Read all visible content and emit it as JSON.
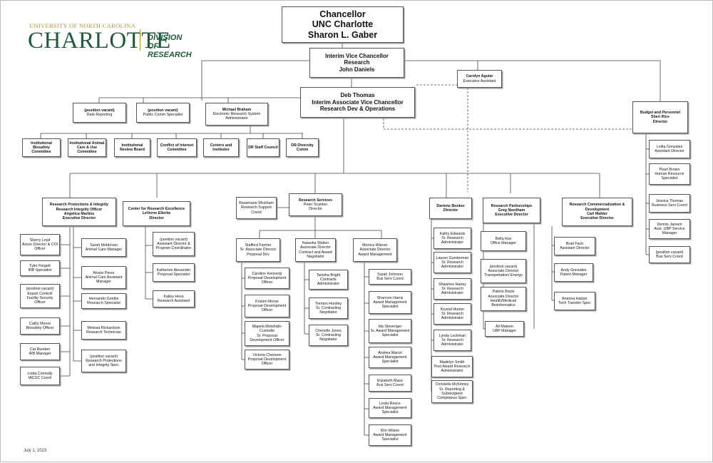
{
  "logo": {
    "university": "UNIVERSITY OF NORTH CAROLINA",
    "name": "CHARLOTTE",
    "division": "DIVISION OF RESEARCH"
  },
  "date": "July 1, 2023",
  "chancellor": {
    "title": "Chancellor",
    "org": "UNC Charlotte",
    "name": "Sharon L. Gaber"
  },
  "ivc": {
    "title": "Interim Vice Chancellor",
    "dept": "Research",
    "name": "John Daniels"
  },
  "exec_assistant": {
    "name": "Carolyn Aguiar",
    "title": "Executive Assistant"
  },
  "avc": {
    "name": "Deb Thomas",
    "title": "Interim Associate Vice Chancellor",
    "dept": "Research Dev & Operations"
  },
  "top_staff": [
    {
      "l1": "(position vacant)",
      "l2": "Data Reporting"
    },
    {
      "l1": "(position vacant)",
      "l2": "Public Comm Specialist"
    },
    {
      "l1": "Michael Braham",
      "l2": "Electronic Research System Administrator"
    }
  ],
  "committees": [
    "Institutional Biosafety Committee",
    "Institutional Animal Care & Use Committee",
    "Institutional Review Board",
    "Conflict of Interest Committee",
    "Centers and Institutes",
    "DR Staff Council",
    "DR Diversity Comm"
  ],
  "budget": {
    "head": {
      "l1": "Budget and Personnel",
      "l2": "Sheri Rice",
      "l3": "Director"
    },
    "staff": [
      {
        "l1": "Lolita Gonzales",
        "l2": "Assistant Director"
      },
      {
        "l1": "Pearl Brown",
        "l2": "Human Resource Specialist"
      },
      {
        "l1": "Jessica Thomas",
        "l2": "Business Serv Coord"
      },
      {
        "l1": "Dennis Jansen",
        "l2": "Asst. UBP Service Manager"
      },
      {
        "l1": "(position vacant)",
        "l2": "Bus Serv Coord"
      }
    ]
  },
  "rpi": {
    "head": {
      "l1": "Research Protections & Integrity",
      "l2": "Research Integrity Officer",
      "l3": "Angelica Martins",
      "l4": "Executive Director"
    },
    "left": [
      {
        "l1": "Sherry Loyd",
        "l2": "Assoc Director & COI Officer"
      },
      {
        "l1": "Tyler Forgett",
        "l2": "IRB Specialist"
      },
      {
        "l1": "(position vacant)",
        "l2": "Export Control/ Facility Security Officer"
      },
      {
        "l1": "Cathy Moore",
        "l2": "Biosafety Officer"
      },
      {
        "l1": "Cat Runden",
        "l2": "IRB Manager"
      },
      {
        "l1": "Linda Connolly",
        "l2": "IACUC Coord"
      }
    ],
    "right": [
      {
        "l1": "Sarah Moldovan",
        "l2": "Animal Care Manager"
      },
      {
        "l1": "Alvaro Perez",
        "l2": "Animal Care Assistant Manager"
      },
      {
        "l1": "Hernando Gordils",
        "l2": "Research Specialist"
      },
      {
        "l1": "Melissa Richardson",
        "l2": "Research Technician"
      },
      {
        "l1": "(position vacant)",
        "l2": "Research Protections and Integrity Spec"
      }
    ]
  },
  "cre": {
    "head": {
      "l1": "Center for Research Excellence",
      "l2": "LeVerne Ellerbe",
      "l3": "Director"
    },
    "staff": [
      {
        "l1": "(position vacant)",
        "l2": "Assistant Director & Program Coordinator"
      },
      {
        "l1": "Katherine Alexander",
        "l2": "Proposal Specialist"
      },
      {
        "l1": "Kailey Hess",
        "l2": "Research Assistant"
      }
    ]
  },
  "rs": {
    "head": {
      "l1": "Research Services",
      "l2": "Peter Scanlon",
      "l3": "Director"
    },
    "support": {
      "l1": "Rosemarie Wickham",
      "l2": "Research Support Coord"
    },
    "stafford": {
      "l1": "Stafford Farmer",
      "l2": "Sr. Associate Director Proposal Dev"
    },
    "stafford_team": [
      {
        "l1": "Caroline Kennedy",
        "l2": "Proposal Development Officer"
      },
      {
        "l1": "Kristen Morse",
        "l2": "Proposal Development Officer"
      },
      {
        "l1": "Mapela Motshabi-Custodio",
        "l2": "Sr. Proposal Development Officer"
      },
      {
        "l1": "Victoria Cherwon",
        "l2": "Proposal Development Officer"
      }
    ],
    "natasha": {
      "l1": "Natasha Walton",
      "l2": "Associate Director Contract and Award Negotiator"
    },
    "natasha_team": [
      {
        "l1": "Tanisha Bright",
        "l2": "Contracts Administrator"
      },
      {
        "l1": "Trenton Huntley",
        "l2": "Sr. Contracting Negotiator"
      },
      {
        "l1": "Chenelle Jones",
        "l2": "Sr. Contracting Negotiator"
      }
    ],
    "monica": {
      "l1": "Monica Warner",
      "l2": "Associate Director Award Management"
    },
    "monica_team": [
      {
        "l1": "Sarah Johnson",
        "l2": "Bus Serv Coord"
      },
      {
        "l1": "Shannon Harris",
        "l2": "Award Management Specialist"
      },
      {
        "l1": "Ida Stevenger",
        "l2": "Sr. Award Management Specialist"
      },
      {
        "l1": "Andrea Maruri",
        "l2": "Award Management Specialist"
      },
      {
        "l1": "Elizabeth Mace",
        "l2": "Bus Serv Coord"
      },
      {
        "l1": "Linda Reece",
        "l2": "Award Management Specialist"
      },
      {
        "l1": "Kim Wilson",
        "l2": "Award Management Specialist"
      }
    ]
  },
  "darlene": {
    "head": {
      "l1": "Darlene Booker",
      "l2": "Director"
    },
    "staff": [
      {
        "l1": "Kathy Edwards",
        "l2": "Sr. Research Administrator"
      },
      {
        "l1": "Lauren Gunderman",
        "l2": "Sr. Research Administrator"
      },
      {
        "l1": "Shawnee Haney",
        "l2": "Sr. Research Administrator"
      },
      {
        "l1": "Krystal Hunter",
        "l2": "Sr. Research Administrator"
      },
      {
        "l1": "Lynda Lockman",
        "l2": "Sr. Research Administrator"
      },
      {
        "l1": "Madelyn Smith",
        "l2": "Post Award Research Administrator"
      },
      {
        "l1": "Christelle McKinney",
        "l2": "Sr. Reporting & Subrecipient Compliance Spec"
      }
    ]
  },
  "rp": {
    "head": {
      "l1": "Research Partnerships",
      "l2": "Greg Needham",
      "l3": "Executive Director"
    },
    "staff": [
      {
        "l1": "Bella Hux",
        "l2": "Office Manager"
      },
      {
        "l1": "(position vacant)",
        "l2": "Associate Director Transportation/ Energy"
      },
      {
        "l1": "Patrick Boyle",
        "l2": "Associate Director Health/Medical/ Bioinformatics"
      },
      {
        "l1": "Ali Mateen",
        "l2": "UBP Manager"
      }
    ]
  },
  "rc": {
    "head": {
      "l1": "Research Commercialization & Development",
      "l2": "Carl Mahler",
      "l3": "Executive Director"
    },
    "staff": [
      {
        "l1": "Brad Fach",
        "l2": "Assistant Director"
      },
      {
        "l1": "Andy Gonzales",
        "l2": "Patent Manager"
      },
      {
        "l1": "Arianna Harper",
        "l2": "Tech Transfer Spec"
      }
    ]
  }
}
